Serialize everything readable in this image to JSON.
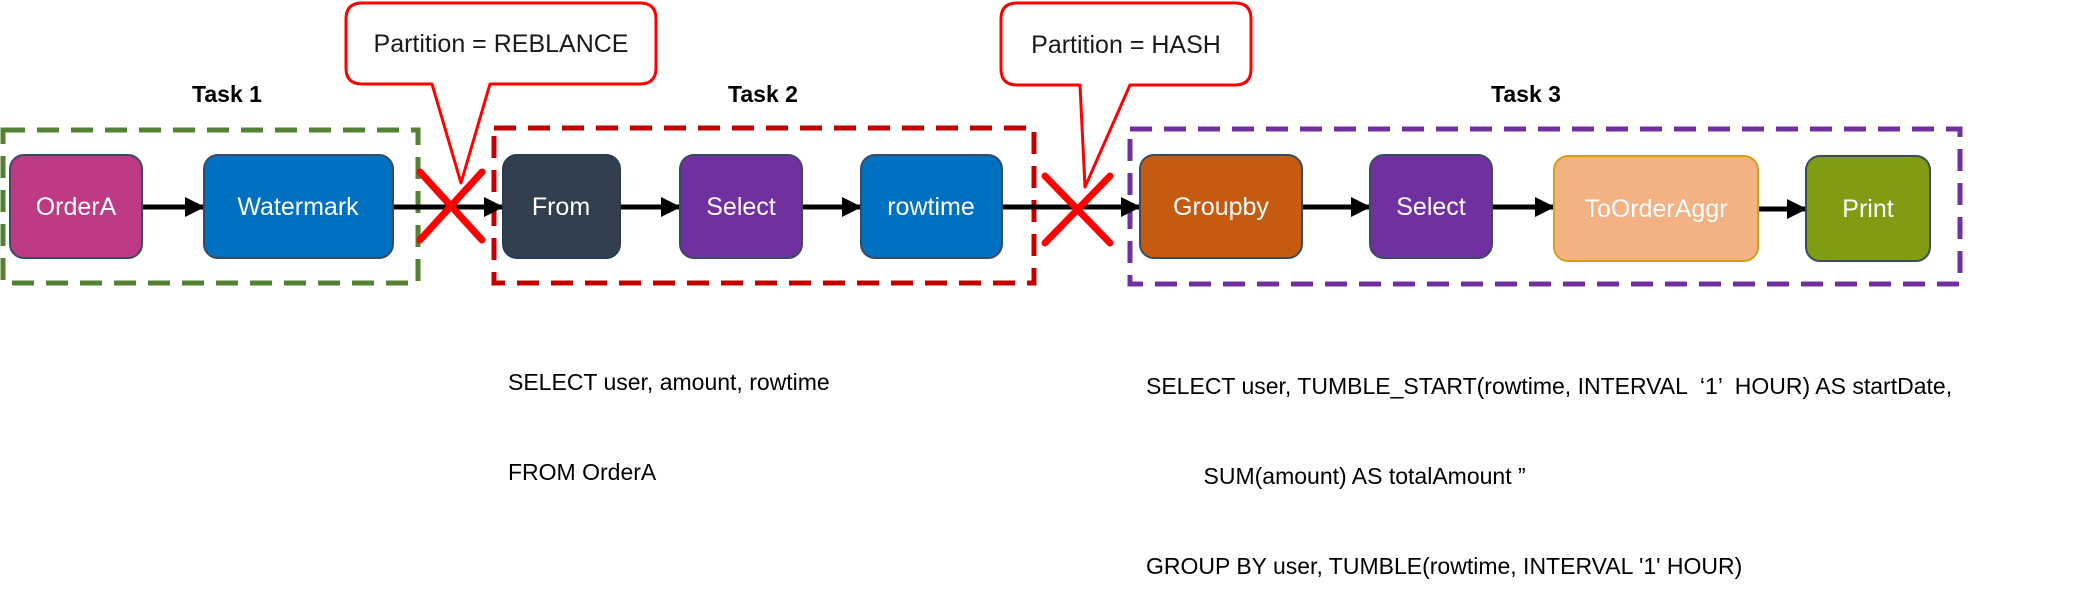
{
  "tasks": [
    {
      "title": "Task 1",
      "border_color": "#548235"
    },
    {
      "title": "Task 2",
      "border_color": "#c00000"
    },
    {
      "title": "Task 3",
      "border_color": "#7030a0"
    }
  ],
  "nodes": [
    {
      "label": "OrderA",
      "fill": "#be3a85"
    },
    {
      "label": "Watermark",
      "fill": "#0070c0"
    },
    {
      "label": "From",
      "fill": "#323f4f"
    },
    {
      "label": "Select",
      "fill": "#7030a0"
    },
    {
      "label": "rowtime",
      "fill": "#0070c0"
    },
    {
      "label": "Groupby",
      "fill": "#c55a11"
    },
    {
      "label": "Select",
      "fill": "#7030a0"
    },
    {
      "label": "ToOrderAggr",
      "fill": "#f4b183"
    },
    {
      "label": "Print",
      "fill": "#7f9c14"
    }
  ],
  "callouts": [
    {
      "text": "Partition = REBLANCE"
    },
    {
      "text": "Partition = HASH"
    }
  ],
  "colors": {
    "callout_border": "#ff0000",
    "cut_mark": "#ff0000",
    "arrow": "#000000"
  },
  "sql_task2": [
    "SELECT user, amount, rowtime",
    "FROM OrderA"
  ],
  "sql_task3": [
    "SELECT user, TUMBLE_START(rowtime, INTERVAL  ‘1’  HOUR) AS startDate,",
    "         SUM(amount) AS totalAmount ”",
    "GROUP BY user, TUMBLE(rowtime, INTERVAL '1' HOUR)"
  ]
}
